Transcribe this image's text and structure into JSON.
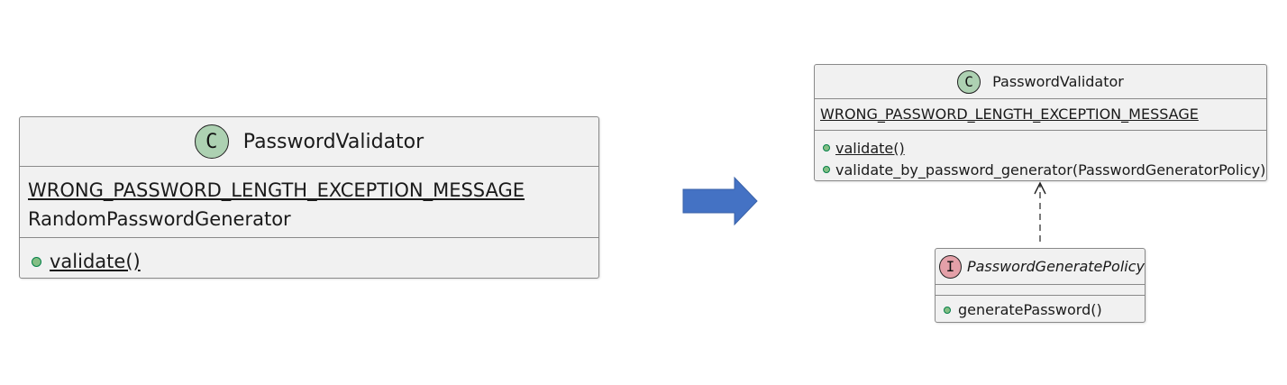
{
  "left_class": {
    "stereotype": "C",
    "name": "PasswordValidator",
    "attributes": [
      {
        "text": "WRONG_PASSWORD_LENGTH_EXCEPTION_MESSAGE",
        "static": true
      },
      {
        "text": "RandomPasswordGenerator",
        "static": false
      }
    ],
    "methods": [
      {
        "text": "validate()",
        "static": true,
        "visibility": "public"
      }
    ]
  },
  "right_class": {
    "stereotype": "C",
    "name": "PasswordValidator",
    "attributes": [
      {
        "text": "WRONG_PASSWORD_LENGTH_EXCEPTION_MESSAGE",
        "static": true
      }
    ],
    "methods": [
      {
        "text": "validate()",
        "static": true,
        "visibility": "public"
      },
      {
        "text": "validate_by_password_generator(PasswordGeneratorPolicy)",
        "static": false,
        "visibility": "public"
      }
    ]
  },
  "interface": {
    "stereotype": "I",
    "name": "PasswordGeneratePolicy",
    "methods": [
      {
        "text": "generatePassword()",
        "visibility": "public"
      }
    ]
  },
  "colors": {
    "transform_arrow": "#4472c4",
    "class_circle": "#add1b2",
    "interface_circle": "#e4a0a8",
    "box_fill": "#f1f1f1",
    "public_dot": "#84be84"
  },
  "relation": {
    "type": "realization",
    "from": "PasswordGeneratePolicy",
    "to": "PasswordValidator"
  }
}
